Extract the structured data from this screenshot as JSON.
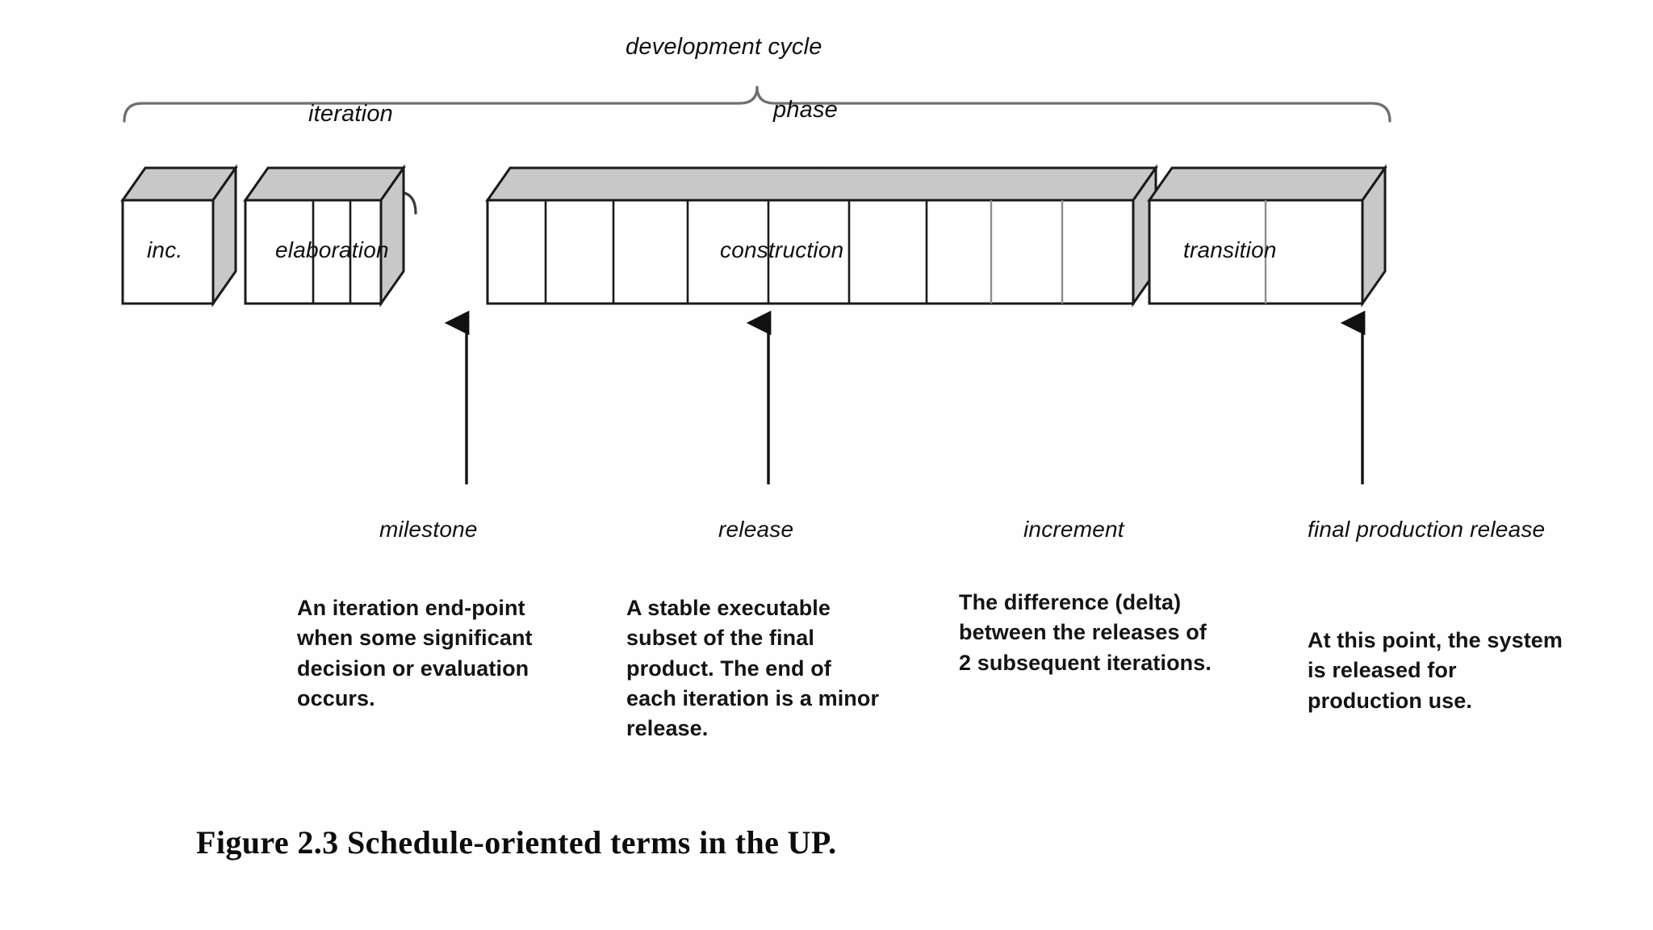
{
  "figure": {
    "caption": "Figure 2.3  Schedule-oriented terms in the UP."
  },
  "brace_labels": [
    {
      "key": "development_cycle",
      "text": "development cycle"
    },
    {
      "key": "iteration",
      "text": "iteration"
    },
    {
      "key": "phase",
      "text": "phase"
    }
  ],
  "boxes": [
    {
      "key": "inception",
      "label": "inc.",
      "subdivisions": 1
    },
    {
      "key": "elaboration",
      "label": "elaboration",
      "subdivisions": 3
    },
    {
      "key": "construction",
      "label": "construction",
      "subdivisions": 9
    },
    {
      "key": "transition",
      "label": "transition",
      "subdivisions": 2
    }
  ],
  "callouts": [
    {
      "key": "milestone",
      "title": "milestone",
      "body": "An iteration end-point when some significant decision or evaluation occurs."
    },
    {
      "key": "release",
      "title": "release",
      "body": "A stable executable subset of the final product. The end of each iteration is a minor release."
    },
    {
      "key": "increment",
      "title": "increment",
      "body": "The difference (delta) between the releases of 2 subsequent iterations."
    },
    {
      "key": "final_production_release",
      "title": "final production release",
      "body": "At this point, the system is released for production use."
    }
  ],
  "colors": {
    "box_top_fill": "#c8c8c8",
    "box_side_fill": "#c8c8c8",
    "box_face_fill": "#ffffff",
    "stroke": "#1a1a1a",
    "light_stroke": "#8e8e8e",
    "background": "#fefefe",
    "text": "#111111"
  }
}
